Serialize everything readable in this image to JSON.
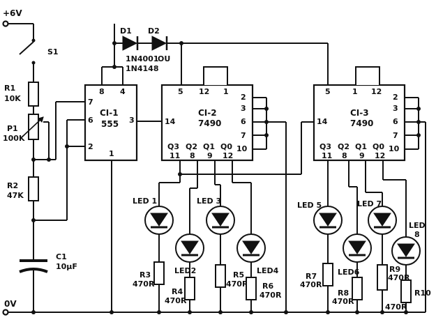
{
  "supply": {
    "vcc": "+6V",
    "gnd": "0V"
  },
  "switch": {
    "label": "S1"
  },
  "diodes": {
    "d1": {
      "label": "D1",
      "part": "1N4001"
    },
    "d2": {
      "label": "D2",
      "part": "OU"
    },
    "alt_part": "1N4148"
  },
  "resistors": {
    "r1": {
      "label": "R1",
      "value": "10K"
    },
    "p1": {
      "label": "P1",
      "value": "100K"
    },
    "r2": {
      "label": "R2",
      "value": "47K"
    },
    "r3": {
      "label": "R3",
      "value": "470R"
    },
    "r4": {
      "label": "R4",
      "value": "470R"
    },
    "r5": {
      "label": "R5",
      "value": "470R"
    },
    "r6": {
      "label": "R6",
      "value": "470R"
    },
    "r7": {
      "label": "R7",
      "value": "470R"
    },
    "r8": {
      "label": "R8",
      "value": "470R"
    },
    "r9": {
      "label": "R9",
      "value": "470R"
    },
    "r10": {
      "label": "R10",
      "value": "470R"
    }
  },
  "capacitor": {
    "label": "C1",
    "value": "10µF"
  },
  "ic1": {
    "name": "CI-1",
    "part": "555",
    "pins": {
      "p8": "8",
      "p4": "4",
      "p7": "7",
      "p6": "6",
      "p3": "3",
      "p2": "2",
      "p1": "1"
    }
  },
  "ic2": {
    "name": "CI-2",
    "part": "7490",
    "pins": {
      "p5": "5",
      "p12": "12",
      "p1": "1",
      "p2": "2",
      "p3": "3",
      "p6": "6",
      "p7": "7",
      "p10": "10",
      "p14": "14",
      "q3": "Q3",
      "q2": "Q2",
      "q1": "Q1",
      "q0": "Q0",
      "p11": "11",
      "p8": "8",
      "p9": "9",
      "p12b": "12"
    }
  },
  "ic3": {
    "name": "CI-3",
    "part": "7490",
    "pins": {
      "p5": "5",
      "p1": "1",
      "p12": "12",
      "p2": "2",
      "p3": "3",
      "p6": "6",
      "p7": "7",
      "p10": "10",
      "p14": "14",
      "q3": "Q3",
      "q2": "Q2",
      "q1": "Q1",
      "q0": "Q0",
      "p11": "11",
      "p8": "8",
      "p9": "9",
      "p12b": "12"
    }
  },
  "leds": {
    "led1": "LED 1",
    "led2": "LED2",
    "led3": "LED 3",
    "led4": "LED4",
    "led5": "LED 5",
    "led6": "LED6",
    "led7": "LED 7",
    "led8a": "LED",
    "led8b": "8"
  }
}
